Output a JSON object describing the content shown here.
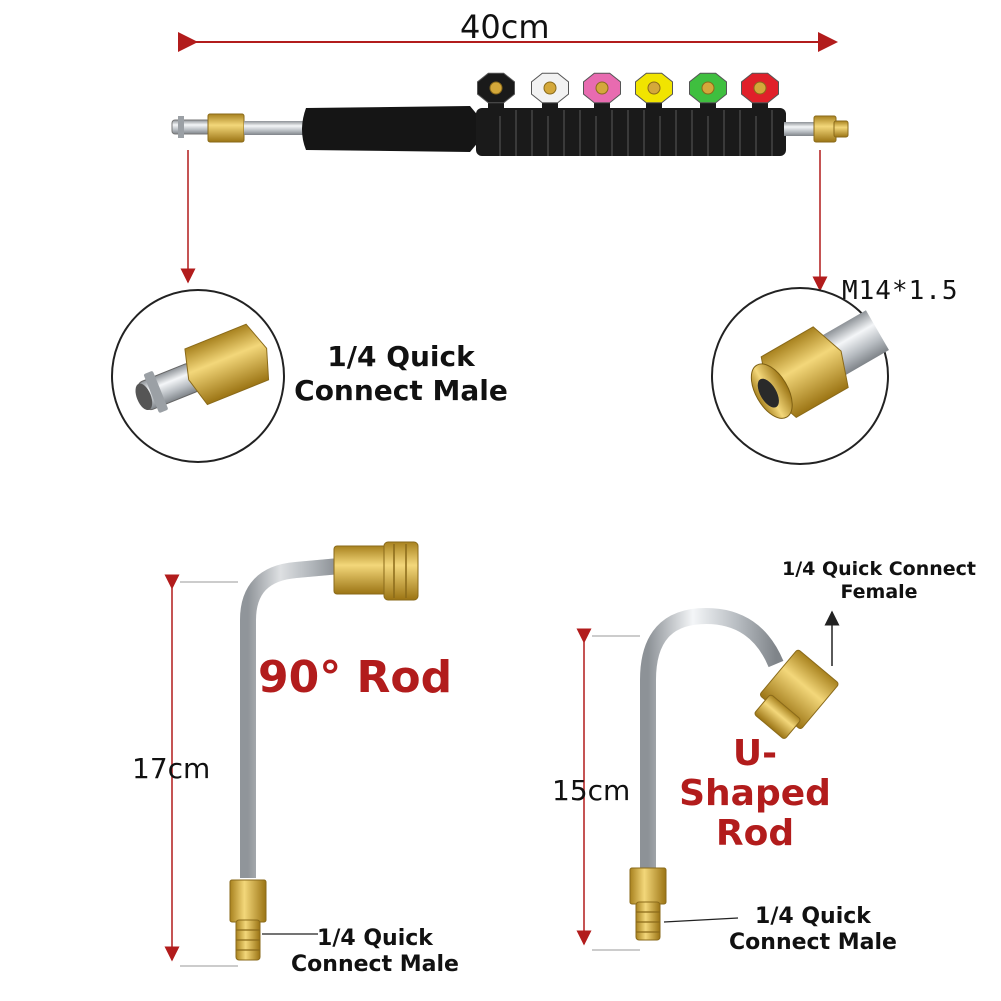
{
  "labels": {
    "length_total": "40cm",
    "thread_size": "M14*1.5",
    "left_connector_line1": "1/4 Quick",
    "left_connector_line2": "Connect Male",
    "rod_90_title": "90° Rod",
    "rod_90_length": "17cm",
    "rod_90_connector_line1": "1/4 Quick",
    "rod_90_connector_line2": "Connect Male",
    "u_rod_title_line1": "U-Shaped",
    "u_rod_title_line2": "Rod",
    "u_rod_length": "15cm",
    "u_rod_female_line1": "1/4 Quick Connect",
    "u_rod_female_line2": "Female",
    "u_rod_male_line1": "1/4 Quick",
    "u_rod_male_line2": "Connect Male"
  },
  "colors": {
    "arrow_red": "#b21c1c",
    "brass": "#d4a83a",
    "chrome": "#c9cdd2",
    "handle": "#151515"
  },
  "nozzle_colors": [
    "#1a1a1a",
    "#f2f2f2",
    "#e86bb0",
    "#f1e400",
    "#3fbf3f",
    "#e0202a"
  ]
}
